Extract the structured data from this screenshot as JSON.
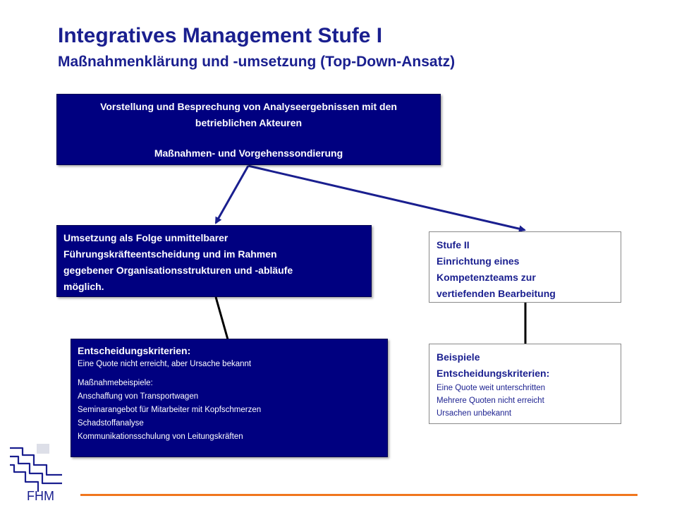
{
  "header": {
    "title": "Integratives Management Stufe I",
    "subtitle": "Maßnahmenklärung und -umsetzung (Top-Down-Ansatz)"
  },
  "boxes": {
    "top": {
      "line1": "Vorstellung und Besprechung von Analyseergebnissen mit den",
      "line2": "betrieblichen Akteuren",
      "line3": "Maßnahmen- und Vorgehenssondierung"
    },
    "umsetzung": {
      "line1": "Umsetzung als Folge unmittelbarer",
      "line2": "Führungskräfteentscheidung und im Rahmen",
      "line3": "gegebener Organisationsstrukturen und -abläufe",
      "line4": "möglich."
    },
    "entscheidung": {
      "heading": "Entscheidungskriterien:",
      "criterion": "Eine Quote nicht erreicht, aber Ursache bekannt",
      "examples_heading": "Maßnahmebeispiele:",
      "examples": [
        "Anschaffung von Transportwagen",
        "Seminarangebot für Mitarbeiter mit Kopfschmerzen",
        "Schadstoffanalyse",
        "Kommunikationsschulung  von Leitungskräften"
      ]
    },
    "stufe2": {
      "line1": "Stufe II",
      "line2": "Einrichtung eines",
      "line3": "Kompetenzteams zur",
      "line4": "vertiefenden Bearbeitung"
    },
    "beispiele": {
      "line1": "Beispiele",
      "line2": "Entscheidungskriterien:",
      "items": [
        "Eine Quote weit unterschritten",
        "Mehrere Quoten nicht erreicht",
        "Ursachen unbekannt"
      ]
    }
  },
  "logo": {
    "text": "FHM"
  },
  "colors": {
    "title": "#1a1f8f",
    "dark_box": "#000080",
    "arrow": "#1a1f8f",
    "footer_line": "#f0761e"
  }
}
